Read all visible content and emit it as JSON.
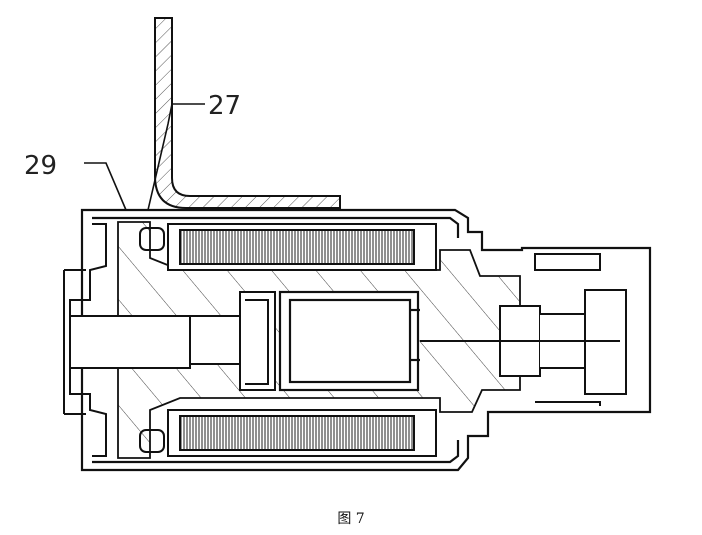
{
  "figure": {
    "caption": "图 7",
    "labels": [
      {
        "id": "ref-27",
        "text": "27"
      },
      {
        "id": "ref-29",
        "text": "29"
      }
    ]
  },
  "colors": {
    "line": "#111111",
    "hatch": "#333333",
    "background": "#ffffff"
  }
}
